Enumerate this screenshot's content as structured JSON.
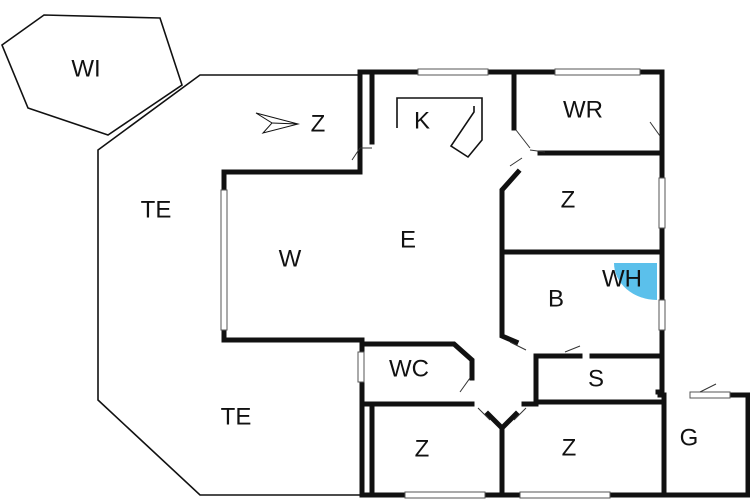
{
  "rooms": {
    "wi": "WI",
    "te_upper": "TE",
    "te_lower": "TE",
    "k": "K",
    "wr": "WR",
    "z_north": "Z",
    "e": "E",
    "w": "W",
    "z_east": "Z",
    "b": "B",
    "wh": "WH",
    "wc": "WC",
    "s": "S",
    "z_south_west": "Z",
    "z_south_east": "Z",
    "g": "G"
  },
  "colors": {
    "highlight": "#5bc0eb",
    "walls": "#111111"
  },
  "icons": {
    "north": "north-arrow-icon"
  }
}
